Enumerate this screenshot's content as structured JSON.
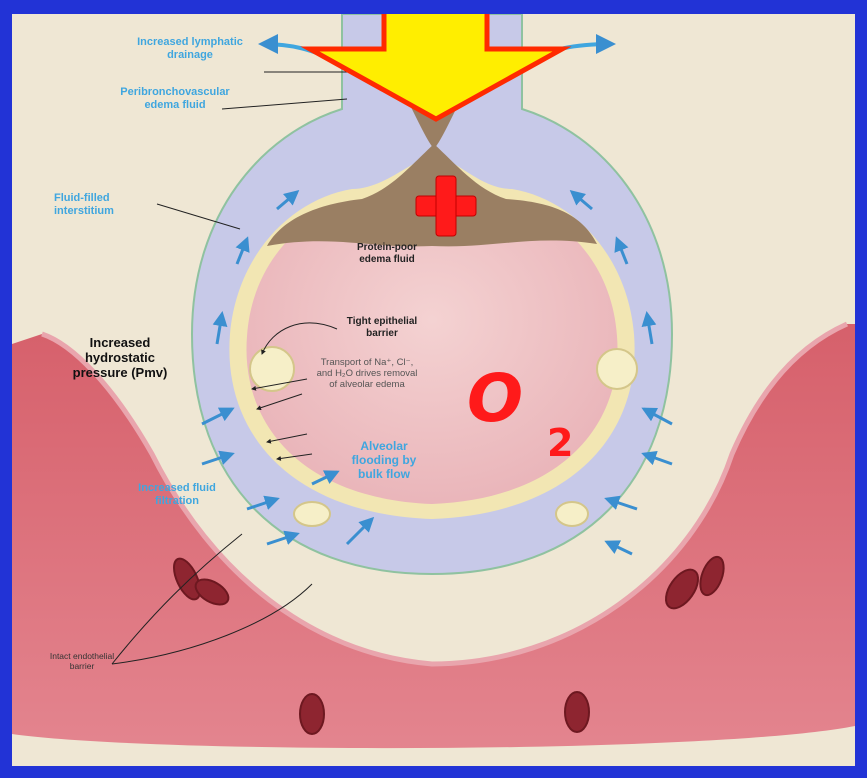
{
  "diagram": {
    "labels": {
      "lymphatic": "Increased lymphatic drainage",
      "peribronchovascular": "Peribronchovascular edema fluid",
      "interstitium": "Fluid-filled interstitium",
      "protein_poor": "Protein-poor edema fluid",
      "tight_barrier": "Tight epithelial barrier",
      "transport": "Transport of Na⁺, Cl⁻, and H₂O drives removal of alveolar edema",
      "hydrostatic": "Increased hydrostatic pressure (Pmv)",
      "filtration": "Increased fluid filtration",
      "flooding": "Alveolar flooding by bulk flow",
      "endothelial": "Intact endothelial barrier"
    },
    "overlay": {
      "oxygen_symbol": "O",
      "oxygen_subscript": "2",
      "plus_symbol": "+"
    },
    "colors": {
      "frame": "#2233d6",
      "arrow_fill": "#ffee00",
      "arrow_stroke": "#ff2a00",
      "overlay_red": "#ff1a1a",
      "label_blue": "#3fa6df",
      "vessel": "#c94a55",
      "interstitium": "#c7c9e8",
      "alveolus": "#eec2c4",
      "protein_fluid": "#9a7f63"
    },
    "icons": [
      "down-arrow-icon",
      "plus-icon"
    ]
  }
}
